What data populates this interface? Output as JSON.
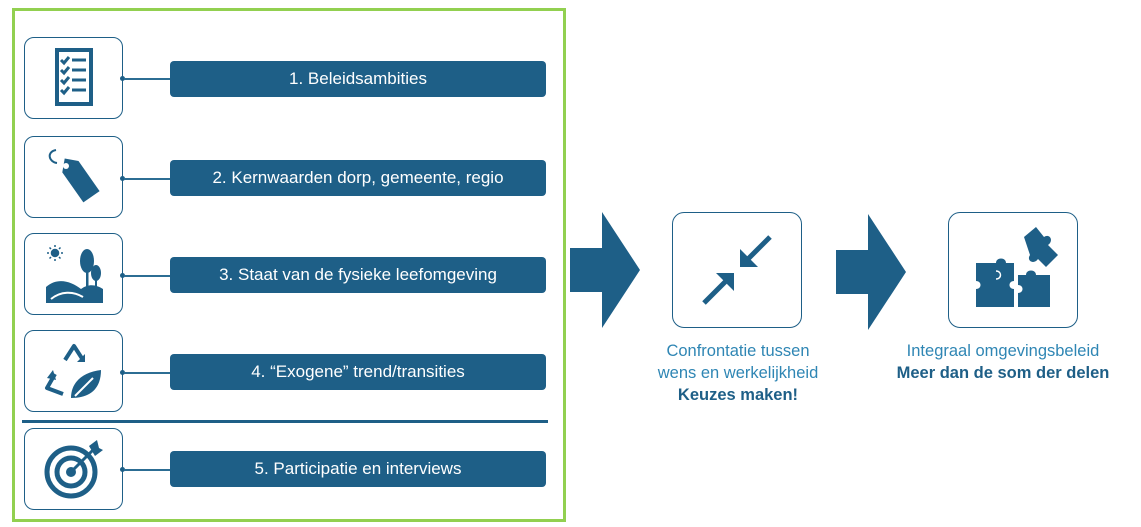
{
  "steps": [
    {
      "label": "1. Beleidsambities",
      "icon": "checklist-icon"
    },
    {
      "label": "2. Kernwaarden dorp, gemeente, regio",
      "icon": "price-tag-icon"
    },
    {
      "label": "3. Staat van de fysieke leefomgeving",
      "icon": "landscape-icon"
    },
    {
      "label": "4. “Exogene” trend/transities",
      "icon": "recycle-leaf-icon"
    },
    {
      "label": "5. Participatie en interviews",
      "icon": "target-icon"
    }
  ],
  "confrontation": {
    "line1": "Confrontatie tussen",
    "line2": "wens en werkelijkheid",
    "line3": "Keuzes maken!",
    "icon": "converge-arrows-icon"
  },
  "integral": {
    "line1": "Integraal omgevingsbeleid",
    "line2": "Meer dan de som der delen",
    "icon": "puzzle-icon"
  },
  "colors": {
    "primary": "#1e5f87",
    "frame_border": "#92d050",
    "caption_light": "#2f86b4"
  }
}
